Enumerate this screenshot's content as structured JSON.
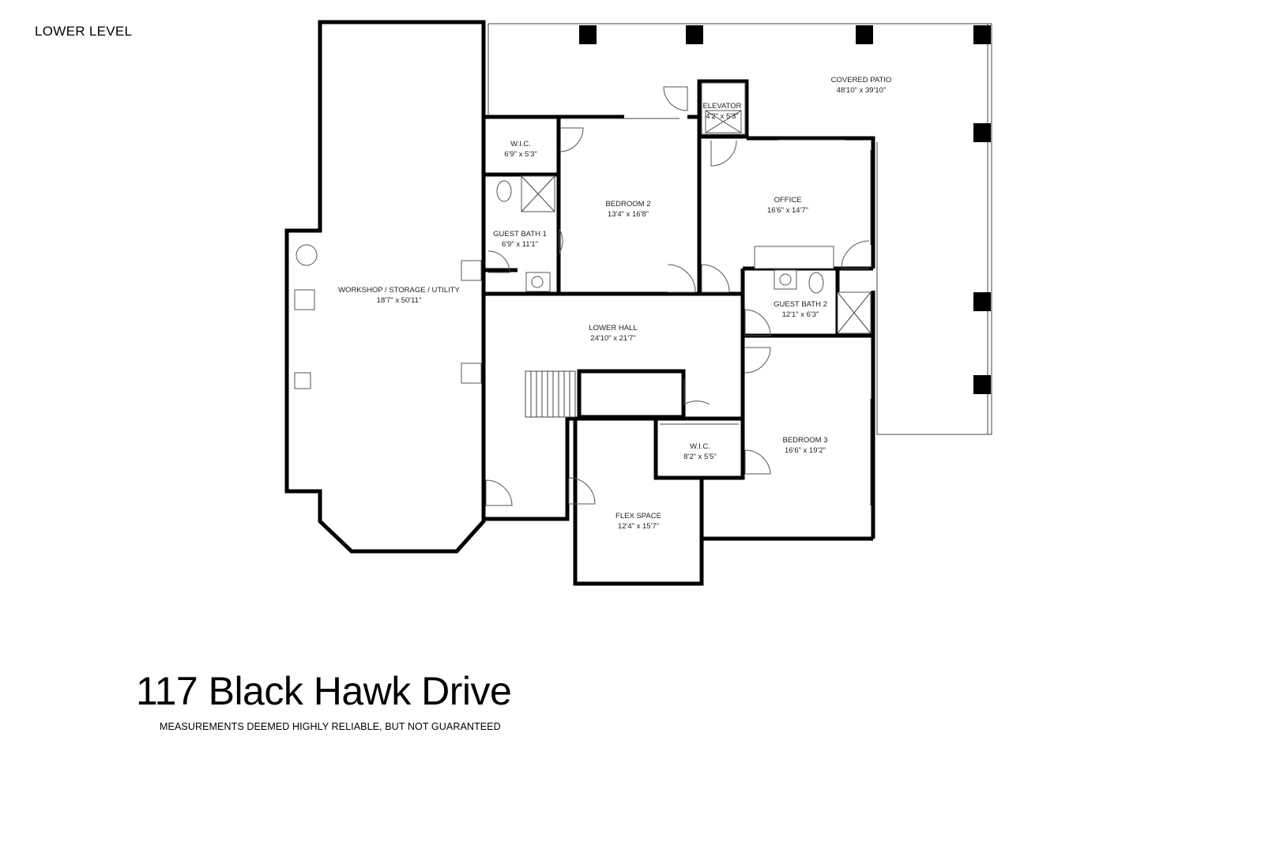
{
  "floor_label": "LOWER LEVEL",
  "address": "117 Black Hawk Drive",
  "disclaimer": "MEASUREMENTS DEEMED HIGHLY RELIABLE, BUT NOT GUARANTEED",
  "rooms": {
    "workshop": {
      "name": "WORKSHOP / STORAGE / UTILITY",
      "dims": "18'7\" x 50'11\""
    },
    "covered_patio": {
      "name": "COVERED PATIO",
      "dims": "48'10\" x 39'10\""
    },
    "elevator": {
      "name": "ELEVATOR",
      "dims": "4'2\" x 5'3\""
    },
    "wic_1": {
      "name": "W.I.C.",
      "dims": "6'9\" x 5'3\""
    },
    "bedroom_2": {
      "name": "BEDROOM 2",
      "dims": "13'4\" x 16'8\""
    },
    "office": {
      "name": "OFFICE",
      "dims": "16'6\" x 14'7\""
    },
    "guest_bath_1": {
      "name": "GUEST BATH 1",
      "dims": "6'9\" x 11'1\""
    },
    "guest_bath_2": {
      "name": "GUEST BATH 2",
      "dims": "12'1\" x 6'3\""
    },
    "lower_hall": {
      "name": "LOWER HALL",
      "dims": "24'10\" x 21'7\""
    },
    "wic_2": {
      "name": "W.I.C.",
      "dims": "8'2\" x 5'5\""
    },
    "bedroom_3": {
      "name": "BEDROOM 3",
      "dims": "16'6\" x 19'2\""
    },
    "flex_space": {
      "name": "FLEX SPACE",
      "dims": "12'4\" x 15'7\""
    }
  }
}
